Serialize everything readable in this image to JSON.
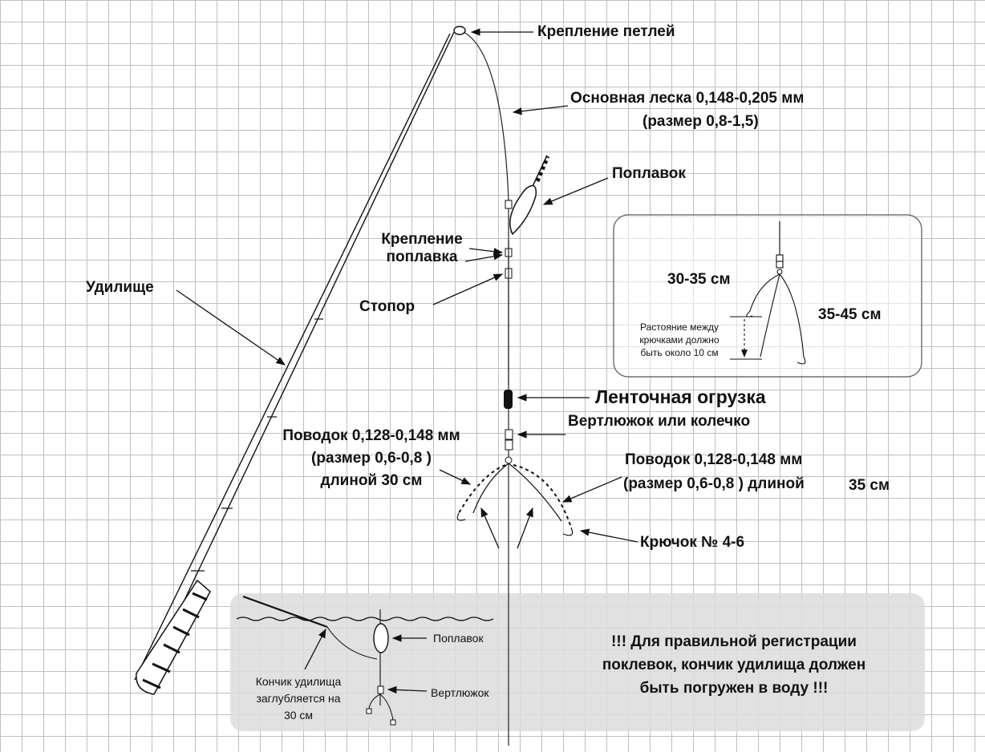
{
  "labels": {
    "loop_attach": "Крепление петлей",
    "main_line_1": "Основная леска 0,148-0,205 мм",
    "main_line_2": "(размер 0,8-1,5)",
    "float": "Поплавок",
    "float_attach_1": "Крепление",
    "float_attach_2": "поплавка",
    "stopper": "Стопор",
    "rod": "Удилище",
    "tape_weight": "Ленточная огрузка",
    "swivel": "Вертлюжок или колечко",
    "leader_left_1": "Поводок 0,128-0,148 мм",
    "leader_left_2": "(размер 0,6-0,8 )",
    "leader_left_3": "длиной 30 см",
    "leader_right_1": "Поводок 0,128-0,148 мм",
    "leader_right_2": "(размер 0,6-0,8 ) длиной",
    "leader_right_3": "35 см",
    "hook": "Крючок № 4-6"
  },
  "inset": {
    "len_short": "30-35 см",
    "len_long": "35-45 см",
    "note_1": "Растояние между",
    "note_2": "крючками должно",
    "note_3": "быть около 10 см"
  },
  "bottom": {
    "float": "Поплавок",
    "swivel": "Вертлюжок",
    "tip_1": "Кончик удилища",
    "tip_2": "заглубляется на",
    "tip_3": "30 см",
    "warning_1": "!!! Для правильной регистрации",
    "warning_2": "поклевок, кончик удилища должен",
    "warning_3": "быть погружен в воду !!!"
  },
  "colors": {
    "line": "#222222",
    "panel": "#dcdcdc",
    "grid": "#bfbfbf"
  }
}
